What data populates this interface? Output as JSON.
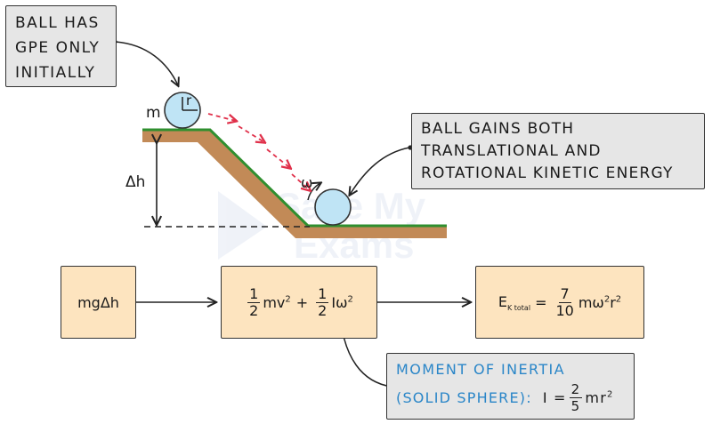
{
  "note_gpe": [
    "BALL HAS",
    "GPE ONLY",
    "INITIALLY"
  ],
  "note_kinetic": [
    "BALL GAINS BOTH",
    "TRANSLATIONAL AND",
    "ROTATIONAL KINETIC ENERGY"
  ],
  "note_inertia": {
    "line1": "MOMENT OF INERTIA",
    "line2": "(SOLID SPHERE):",
    "lhs": "I =",
    "frac_num": "2",
    "frac_den": "5",
    "rhs": "mr",
    "rhs_power": "2"
  },
  "labels": {
    "mass": "m",
    "radius": "r",
    "height": "Δh",
    "omega": "ω"
  },
  "box_gpe": "mgΔh",
  "box_kinetic": {
    "frac1_num": "1",
    "frac1_den": "2",
    "term1": "mv",
    "term1_power": "2",
    "plus": "+",
    "frac2_num": "1",
    "frac2_den": "2",
    "term2": "Iω",
    "term2_power": "2"
  },
  "box_total": {
    "lhs": "E",
    "lhs_sub": "K total",
    "equals": "=",
    "frac_num": "7",
    "frac_den": "10",
    "rhs": "mω",
    "rhs_power1": "2",
    "rhs_r": "r",
    "rhs_power2": "2"
  },
  "watermark": [
    "Save My",
    "Exams"
  ],
  "colors": {
    "note_fill": "#e6e6e6",
    "equation_fill": "#fde4bf",
    "ground": "#c28a57",
    "slope_line": "#2f8f2f",
    "ball": "#bfe4f5",
    "motion_arrow": "#e0304a",
    "inertia_text": "#2a86c8"
  }
}
